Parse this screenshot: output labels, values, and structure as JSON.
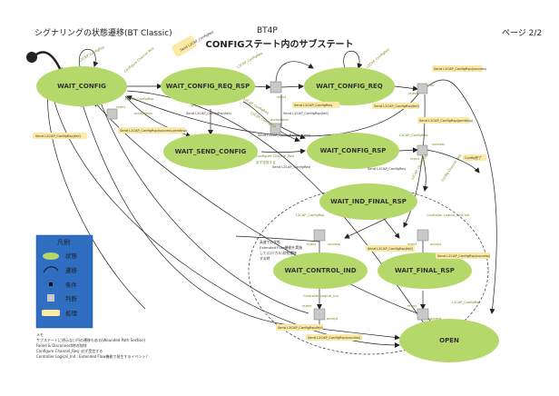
{
  "header": {
    "left_title": "シグナリングの状態遷移(BT Classic)",
    "center_title": "BT4P",
    "page_label": "ページ 2/2",
    "subtitle": "CONFIGステート内のサブステート"
  },
  "colors": {
    "state_fill": "#b5d86a",
    "action_fill": "#fbeaa4",
    "decision_fill": "#c9c9c9",
    "condition_text": "#6a8a1a",
    "legend_fill": "#2f6ec1"
  },
  "states": [
    {
      "id": "wait_config",
      "label": "WAIT_CONFIG"
    },
    {
      "id": "wait_config_req_rsp",
      "label": "WAIT_CONFIG_REQ_RSP"
    },
    {
      "id": "wait_config_req",
      "label": "WAIT_CONFIG_REQ"
    },
    {
      "id": "wait_send_config",
      "label": "WAIT_SEND_CONFIG"
    },
    {
      "id": "wait_config_rsp",
      "label": "WAIT_CONFIG_RSP"
    },
    {
      "id": "wait_ind_final_rsp",
      "label": "WAIT_IND_FINAL_RSP"
    },
    {
      "id": "wait_control_ind",
      "label": "WAIT_CONTROL_IND"
    },
    {
      "id": "wait_final_rsp",
      "label": "WAIT_FINAL_RSP"
    },
    {
      "id": "open",
      "label": "OPEN"
    }
  ],
  "actions": [
    {
      "id": "a_top",
      "label": "Send L2CAP_ConfigReq"
    },
    {
      "id": "a_fail_left",
      "label": "Send L2CAP_ConfigRsp(fail)"
    },
    {
      "id": "a_succ_pend",
      "label": "Send L2CAP_ConfigRsp(success,pending)"
    },
    {
      "id": "a_rsp_fail_1",
      "label": "Send L2CAP_ConfigRsp(fail)"
    },
    {
      "id": "a_rsp_succ_1",
      "label": "Send L2CAP_ConfigRsp(success)"
    },
    {
      "id": "a_rsp_fail_2",
      "label": "Send L2CAP_ConfigRsp(fail)"
    },
    {
      "id": "a_creq_1",
      "label": "Send L2CAP_ConfigReq"
    },
    {
      "id": "a_req_succ_r",
      "label": "Send L2CAP_ConfigRsp(success)"
    },
    {
      "id": "a_req_fail_r",
      "label": "Send L2CAP_ConfigRsp(fail)"
    },
    {
      "id": "a_req_pend_r",
      "label": "Send L2CAP_ConfigRsp(pending)"
    },
    {
      "id": "a_cfg_done",
      "label": "Config完了"
    },
    {
      "id": "a_creq_2",
      "label": "Send L2CAP_ConfigReq"
    },
    {
      "id": "a_creq_3",
      "label": "Send L2CAP_ConfigReq"
    },
    {
      "id": "a_ind_fail",
      "label": "Send L2CAP_ConfigRsp(fail)"
    },
    {
      "id": "a_ind_succ",
      "label": "Send L2CAP_ConfigRsp(success)"
    },
    {
      "id": "a_ctl_fail",
      "label": "Send L2CAP_ConfigRsp(fail)"
    },
    {
      "id": "a_ctl_succ",
      "label": "Send L2CAP_ConfigRsp(success)"
    }
  ],
  "conditions": [
    {
      "id": "c1",
      "label": "L2CAP_ConfigRsp"
    },
    {
      "id": "c2",
      "label": "Configure Channel Req"
    },
    {
      "id": "c3",
      "label": "L2CAP_ConfigReq"
    },
    {
      "id": "c4",
      "label": "L2CAP_ConfigReq"
    },
    {
      "id": "c5",
      "label": "L2CAP_ConfigRsp"
    },
    {
      "id": "c6",
      "label": "L2CAP_ConfigReq"
    },
    {
      "id": "c7",
      "label": "L2CAP_ConfigRsp"
    },
    {
      "id": "c8",
      "label": "Configure Channel_Req"
    },
    {
      "id": "c9",
      "label": "Controller Logical_Link Ind"
    },
    {
      "id": "c10",
      "label": "L2CAP_ConfigRsp"
    },
    {
      "id": "c11",
      "label": "Controller Logical_Ind"
    },
    {
      "id": "c12",
      "label": "L2CAP_ConfigRsp"
    },
    {
      "id": "c13",
      "label": "L2CAP_ConfigReq"
    },
    {
      "id": "c14",
      "label": "L2CAP_ConfigRsp"
    },
    {
      "id": "c15",
      "label": "Config Channel Req"
    }
  ],
  "outcomes": {
    "reject": "reject",
    "accept": "accept",
    "acceptable": "acceptable",
    "success": "success",
    "ok": "ok",
    "pending": "pending",
    "none": "なし",
    "must_send": "必ず送信する"
  },
  "note_block": {
    "line1": "高速での状態",
    "line2": "Extended Flow機能を実施",
    "line3": "して(ロジカル)状態遷移",
    "line4": "する時"
  },
  "legend": {
    "title": "凡例",
    "items": [
      "状態",
      "遷移",
      "条件",
      "判断",
      "処理"
    ]
  },
  "memo": {
    "title": "メモ",
    "lines": [
      "サブステートに明示ない円の遷移もある(Wounded Path Section)",
      "Failed & Disconnect時の削除",
      "Configure Channel_Req: 必ず受信する",
      "Controller Logical_Ind : Extended Flow機能で発生するイベント？"
    ]
  }
}
